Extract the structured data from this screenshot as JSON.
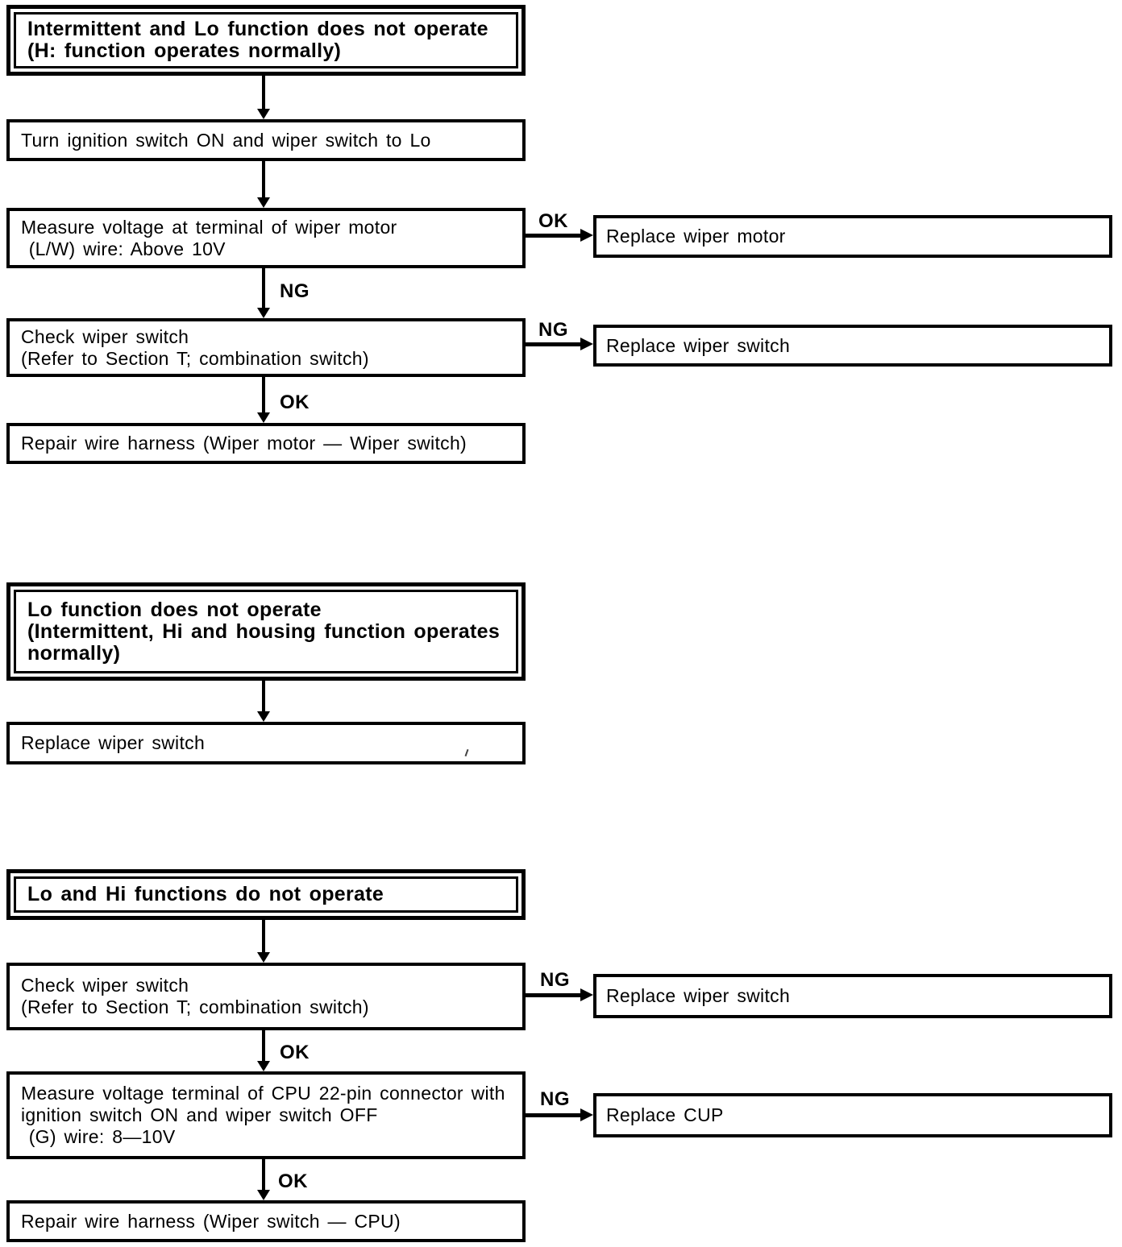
{
  "page": {
    "background": "#ffffff",
    "ink": "#000000"
  },
  "flow1": {
    "header": [
      "Intermittent and Lo function does not operate",
      "(H: function operates normally)"
    ],
    "step_ignition": "Turn ignition switch ON and wiper switch to Lo",
    "step_measure": [
      "Measure voltage at terminal of wiper motor",
      " (L/W) wire: Above 10V"
    ],
    "ok1": "OK",
    "result_motor": "Replace wiper motor",
    "ng1": "NG",
    "step_check": [
      "Check wiper switch",
      "(Refer to Section T; combination switch)"
    ],
    "ng2": "NG",
    "result_switch": "Replace wiper switch",
    "ok2": "OK",
    "step_repair": "Repair wire harness (Wiper motor — Wiper switch)"
  },
  "flow2": {
    "header": [
      "Lo function does not operate",
      "(Intermittent, Hi and housing function operates",
      "normally)"
    ],
    "result": "Replace wiper switch"
  },
  "flow3": {
    "header": [
      "Lo and Hi functions do not operate"
    ],
    "step_check": [
      "Check wiper switch",
      "(Refer to Section T; combination switch)"
    ],
    "ng1": "NG",
    "result_switch": "Replace wiper switch",
    "ok1": "OK",
    "step_measure": [
      "Measure voltage terminal of CPU 22-pin connector with",
      "ignition switch ON and wiper switch OFF",
      " (G) wire: 8—10V"
    ],
    "ng2": "NG",
    "result_cup": "Replace CUP",
    "ok2": "OK",
    "step_repair": "Repair wire harness (Wiper switch — CPU)"
  }
}
